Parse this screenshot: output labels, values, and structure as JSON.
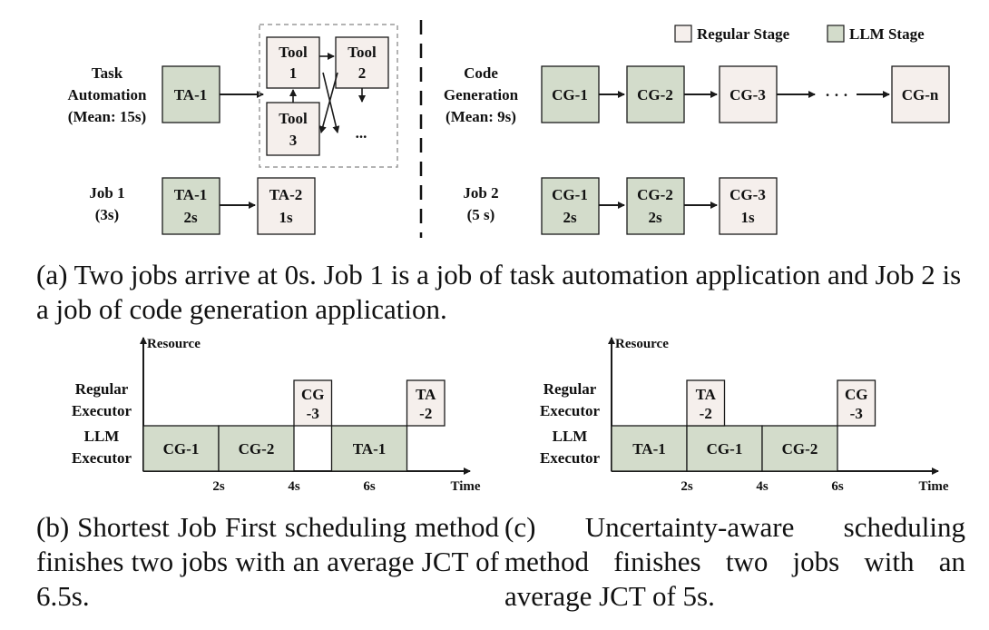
{
  "colors": {
    "regular_fill": "#f5efec",
    "llm_fill": "#d3dccb",
    "stroke": "#1a1a1a",
    "dashed": "#9a9a9a"
  },
  "legend": {
    "regular": "Regular Stage",
    "llm": "LLM Stage"
  },
  "top": {
    "ta_label": [
      "Task",
      "Automation",
      "(Mean: 15s)"
    ],
    "ta1": "TA-1",
    "tool1": [
      "Tool",
      "1"
    ],
    "tool2": [
      "Tool",
      "2"
    ],
    "tool3": [
      "Tool",
      "3"
    ],
    "tool_more": "...",
    "cg_label": [
      "Code",
      "Generation",
      "(Mean: 9s)"
    ],
    "cg": [
      "CG-1",
      "CG-2",
      "CG-3",
      "CG-n"
    ],
    "cg_dots": "· · ·",
    "job1_label": [
      "Job 1",
      "(3s)"
    ],
    "job1": [
      [
        "TA-1",
        "2s"
      ],
      [
        "TA-2",
        "1s"
      ]
    ],
    "job2_label": [
      "Job 2",
      "(5 s)"
    ],
    "job2": [
      [
        "CG-1",
        "2s"
      ],
      [
        "CG-2",
        "2s"
      ],
      [
        "CG-3",
        "1s"
      ]
    ]
  },
  "captions": {
    "a": "(a) Two jobs arrive at 0s. Job 1 is a job of task automation application and Job 2 is a job of code generation application.",
    "b": "(b) Shortest Job First scheduling method finishes two jobs with an average JCT of 6.5s.",
    "c": "(c) Uncertainty-aware scheduling method finishes two jobs with an average JCT of 5s."
  },
  "gantt": {
    "resource_label": "Resource",
    "time_label": "Time",
    "regular_label": [
      "Regular",
      "Executor"
    ],
    "llm_label": [
      "LLM",
      "Executor"
    ],
    "ticks": [
      "2s",
      "4s",
      "6s"
    ],
    "b": {
      "llm": [
        [
          "CG-1",
          0,
          2
        ],
        [
          "CG-2",
          2,
          4
        ],
        [
          "TA-1",
          5,
          7
        ]
      ],
      "regular": [
        [
          "CG",
          "-3",
          4,
          5
        ],
        [
          "TA",
          "-2",
          7,
          8
        ]
      ]
    },
    "c": {
      "llm": [
        [
          "TA-1",
          0,
          2
        ],
        [
          "CG-1",
          2,
          4
        ],
        [
          "CG-2",
          4,
          6
        ]
      ],
      "regular": [
        [
          "TA",
          "-2",
          2,
          3
        ],
        [
          "CG",
          "-3",
          6,
          7
        ]
      ]
    }
  }
}
